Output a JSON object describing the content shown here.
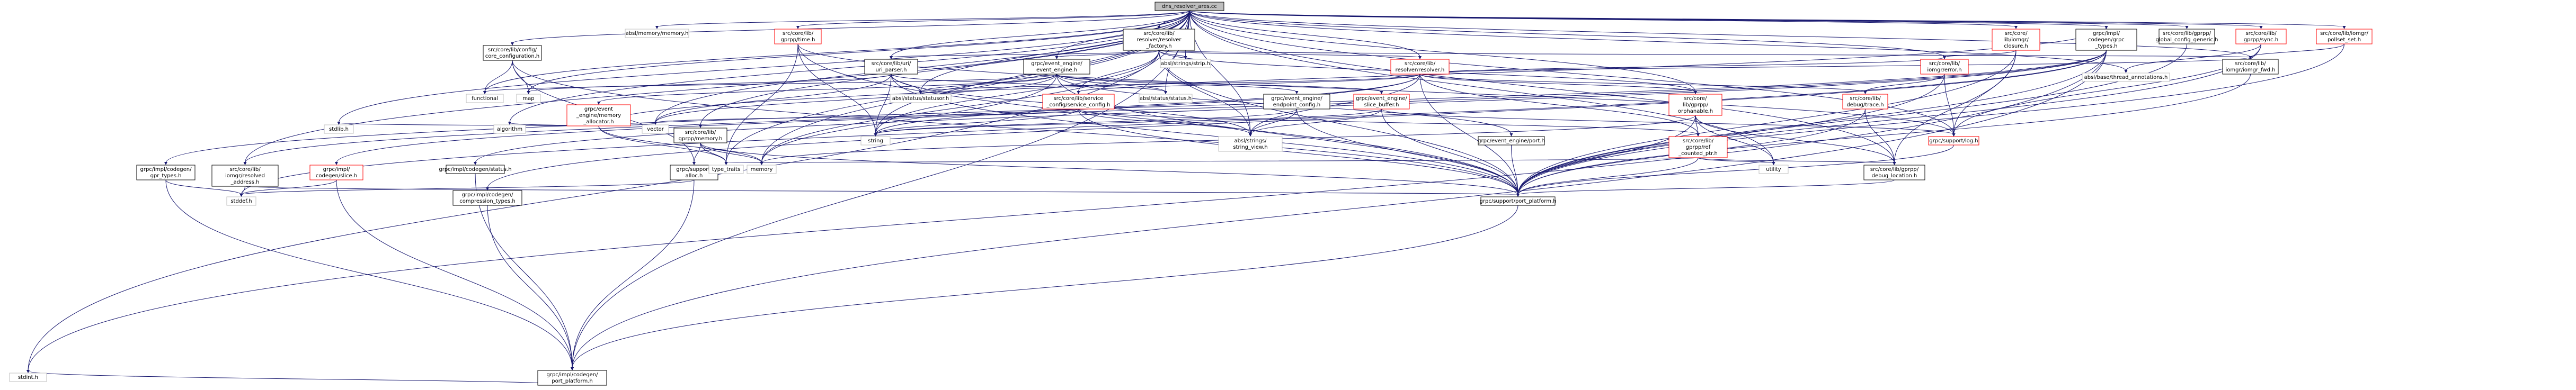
{
  "graph": {
    "root": "dns_resolver_ares.cc",
    "colors": {
      "edge": "#191970",
      "root_fill": "#bfbfbf",
      "plain_border": "#bfbfbf",
      "linked_border": "#000000",
      "truncated_border": "#ff0000"
    },
    "nodes": [
      {
        "id": "n00",
        "style": "root",
        "label": "dns_resolver_ares.cc"
      },
      {
        "id": "n01",
        "style": "std",
        "label": "absl/memory/memory.h"
      },
      {
        "id": "n02",
        "style": "redn",
        "label": "src/core/lib/gprpp/time.h"
      },
      {
        "id": "n03",
        "style": "linked",
        "label": "src/core/lib/resolver/resolver_factory.h"
      },
      {
        "id": "n04",
        "style": "linked",
        "label": "src/core/lib/config/core_configuration.h"
      },
      {
        "id": "n05",
        "style": "linked",
        "label": "src/core/lib/uri/uri_parser.h"
      },
      {
        "id": "n06",
        "style": "linked",
        "label": "grpc/event_engine/event_engine.h"
      },
      {
        "id": "n07",
        "style": "std",
        "label": "absl/strings/strip.h"
      },
      {
        "id": "n08",
        "style": "redn",
        "label": "src/core/lib/resolver/resolver.h"
      },
      {
        "id": "n09",
        "style": "redn",
        "label": "src/core/lib/iomgr/closure.h"
      },
      {
        "id": "n10",
        "style": "linked",
        "label": "grpc/impl/codegen/grpc_types.h"
      },
      {
        "id": "n11",
        "style": "linked",
        "label": "src/core/lib/gprpp/global_config_generic.h"
      },
      {
        "id": "n12",
        "style": "redn",
        "label": "src/core/lib/gprpp/sync.h"
      },
      {
        "id": "n13",
        "style": "redn",
        "label": "src/core/lib/iomgr/pollset_set.h"
      },
      {
        "id": "n14",
        "style": "std",
        "label": "stdint.h"
      },
      {
        "id": "n15",
        "style": "linked",
        "label": "grpc/impl/codegen/port_platform.h"
      },
      {
        "id": "n16",
        "style": "std",
        "label": "functional"
      },
      {
        "id": "n17",
        "style": "std",
        "label": "map"
      },
      {
        "id": "n18",
        "style": "redn",
        "label": "grpc/event_engine/memory_allocator.h"
      },
      {
        "id": "n19",
        "style": "std",
        "label": "absl/status/statusor.h"
      },
      {
        "id": "n20",
        "style": "std",
        "label": "absl/status/status.h"
      },
      {
        "id": "n21",
        "style": "redn",
        "label": "src/core/lib/service_config/service_config.h"
      },
      {
        "id": "n22",
        "style": "linked",
        "label": "grpc/event_engine/endpoint_config.h"
      },
      {
        "id": "n23",
        "style": "redn",
        "label": "grpc/event_engine/slice_buffer.h"
      },
      {
        "id": "n24",
        "style": "linked",
        "label": "grpc/event_engine/port.h"
      },
      {
        "id": "n25",
        "style": "redn",
        "label": "src/core/lib/iomgr/error.h"
      },
      {
        "id": "n26",
        "style": "redn",
        "label": "src/core/lib/gprpp/orphanable.h"
      },
      {
        "id": "n27",
        "style": "redn",
        "label": "src/core/lib/debug/trace.h"
      },
      {
        "id": "n28",
        "style": "std",
        "label": "absl/base/thread_annotations.h"
      },
      {
        "id": "n29",
        "style": "linked",
        "label": "src/core/lib/iomgr/iomgr_fwd.h"
      },
      {
        "id": "n30",
        "style": "std",
        "label": "stdlib.h"
      },
      {
        "id": "n31",
        "style": "std",
        "label": "algorithm"
      },
      {
        "id": "n32",
        "style": "std",
        "label": "vector"
      },
      {
        "id": "n33",
        "style": "linked",
        "label": "src/core/lib/gprpp/memory.h"
      },
      {
        "id": "n34",
        "style": "std",
        "label": "string"
      },
      {
        "id": "n35",
        "style": "std",
        "label": "absl/strings/string_view.h"
      },
      {
        "id": "n36",
        "style": "redn",
        "label": "grpc/support/log.h"
      },
      {
        "id": "n37",
        "style": "redn",
        "label": "src/core/lib/gprpp/ref_counted_ptr.h"
      },
      {
        "id": "n38",
        "style": "linked",
        "label": "src/core/lib/iomgr/resolved_address.h"
      },
      {
        "id": "n39",
        "style": "redn",
        "label": "grpc/impl/codegen/slice.h"
      },
      {
        "id": "n40",
        "style": "linked",
        "label": "grpc/impl/codegen/status.h"
      },
      {
        "id": "n41",
        "style": "linked",
        "label": "grpc/support/alloc.h"
      },
      {
        "id": "n42",
        "style": "std",
        "label": "type_traits"
      },
      {
        "id": "n43",
        "style": "std",
        "label": "memory"
      },
      {
        "id": "n44",
        "style": "std",
        "label": "utility"
      },
      {
        "id": "n45",
        "style": "linked",
        "label": "src/core/lib/gprpp/debug_location.h"
      },
      {
        "id": "n46",
        "style": "linked",
        "label": "grpc/impl/codegen/gpr_types.h"
      },
      {
        "id": "n47",
        "style": "linked",
        "label": "grpc/impl/codegen/compression_types.h"
      },
      {
        "id": "n48",
        "style": "std",
        "label": "stddef.h"
      },
      {
        "id": "n49",
        "style": "linked",
        "label": "grpc/support/port_platform.h"
      }
    ]
  }
}
